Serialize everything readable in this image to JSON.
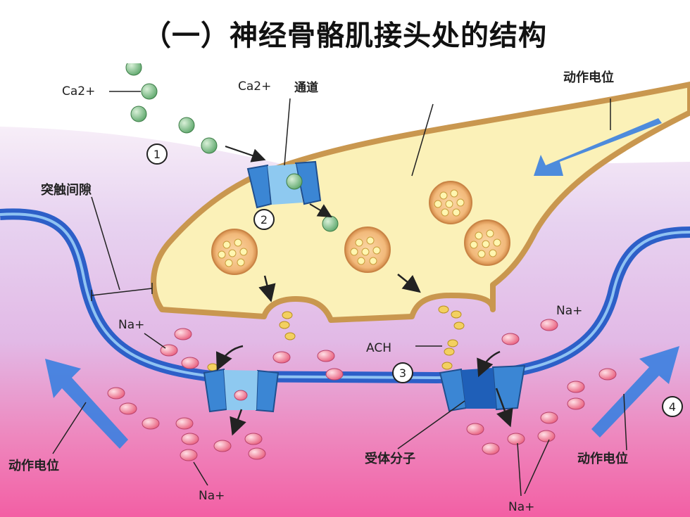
{
  "title": "（一）神经骨骼肌接头处的结构",
  "labels": {
    "ca_ion": "Ca2+",
    "ca_channel_prefix": "Ca2+",
    "ca_channel_suffix": "通道",
    "action_potential_top": "动作电位",
    "synaptic_cleft": "突触间隙",
    "na_left": "Na+",
    "na_right": "Na+",
    "ach": "ACH",
    "action_potential_bottom_left": "动作电位",
    "receptor": "受体分子",
    "action_potential_bottom_right": "动作电位",
    "na_bottom_left": "Na+",
    "na_bottom_right": "Na+"
  },
  "steps": [
    "1",
    "2",
    "3",
    "4"
  ],
  "colors": {
    "muscle_top": "#e9ccef",
    "muscle_bottom": "#f06aa8",
    "terminal": "#fbf1b8",
    "terminal_border": "#c9974f",
    "membrane": "#2d5fc8",
    "channel": "#3b86d4",
    "arrow_blue": "#3a7fe0",
    "ca_ion": "#7fc08a",
    "na_ion": "#f27a9a",
    "ach": "#f3d060"
  }
}
